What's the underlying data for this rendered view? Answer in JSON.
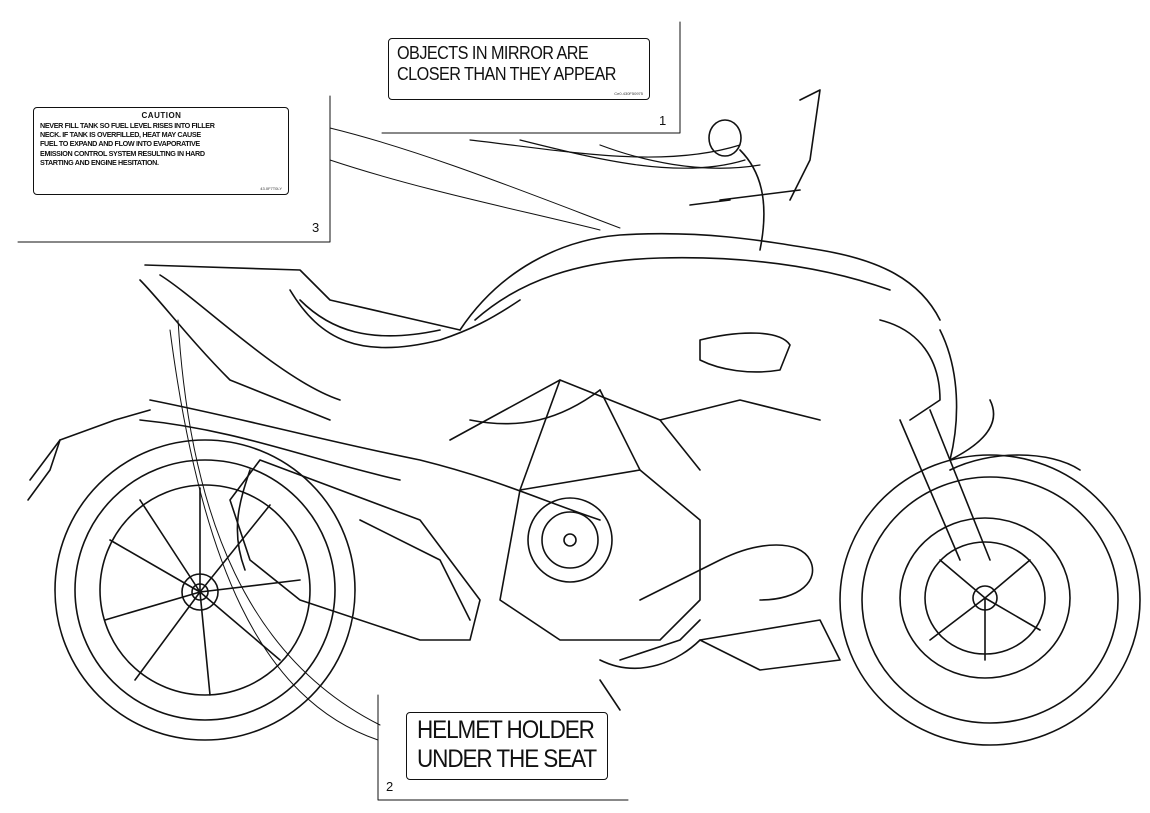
{
  "labels": {
    "mirror": {
      "line1": "OBJECTS IN MIRROR ARE",
      "line2": "CLOSER THAN THEY APPEAR",
      "code": "Ce0.430F50975"
    },
    "caution": {
      "title": "CAUTION",
      "text": "NEVER FILL TANK SO FUEL LEVEL RISES INTO FILLER\nNECK. IF TANK IS OVERFILLED, HEAT MAY CAUSE\nFUEL TO EXPAND AND FLOW INTO EVAPORATIVE\nEMISSION CONTROL SYSTEM RESULTING IN HARD\nSTARTING AND ENGINE HESITATION.",
      "code": "43.0F7T0LY"
    },
    "helmet": {
      "line1": "HELMET HOLDER",
      "line2": "UNDER THE SEAT"
    }
  },
  "callouts": [
    "1",
    "2",
    "3"
  ]
}
